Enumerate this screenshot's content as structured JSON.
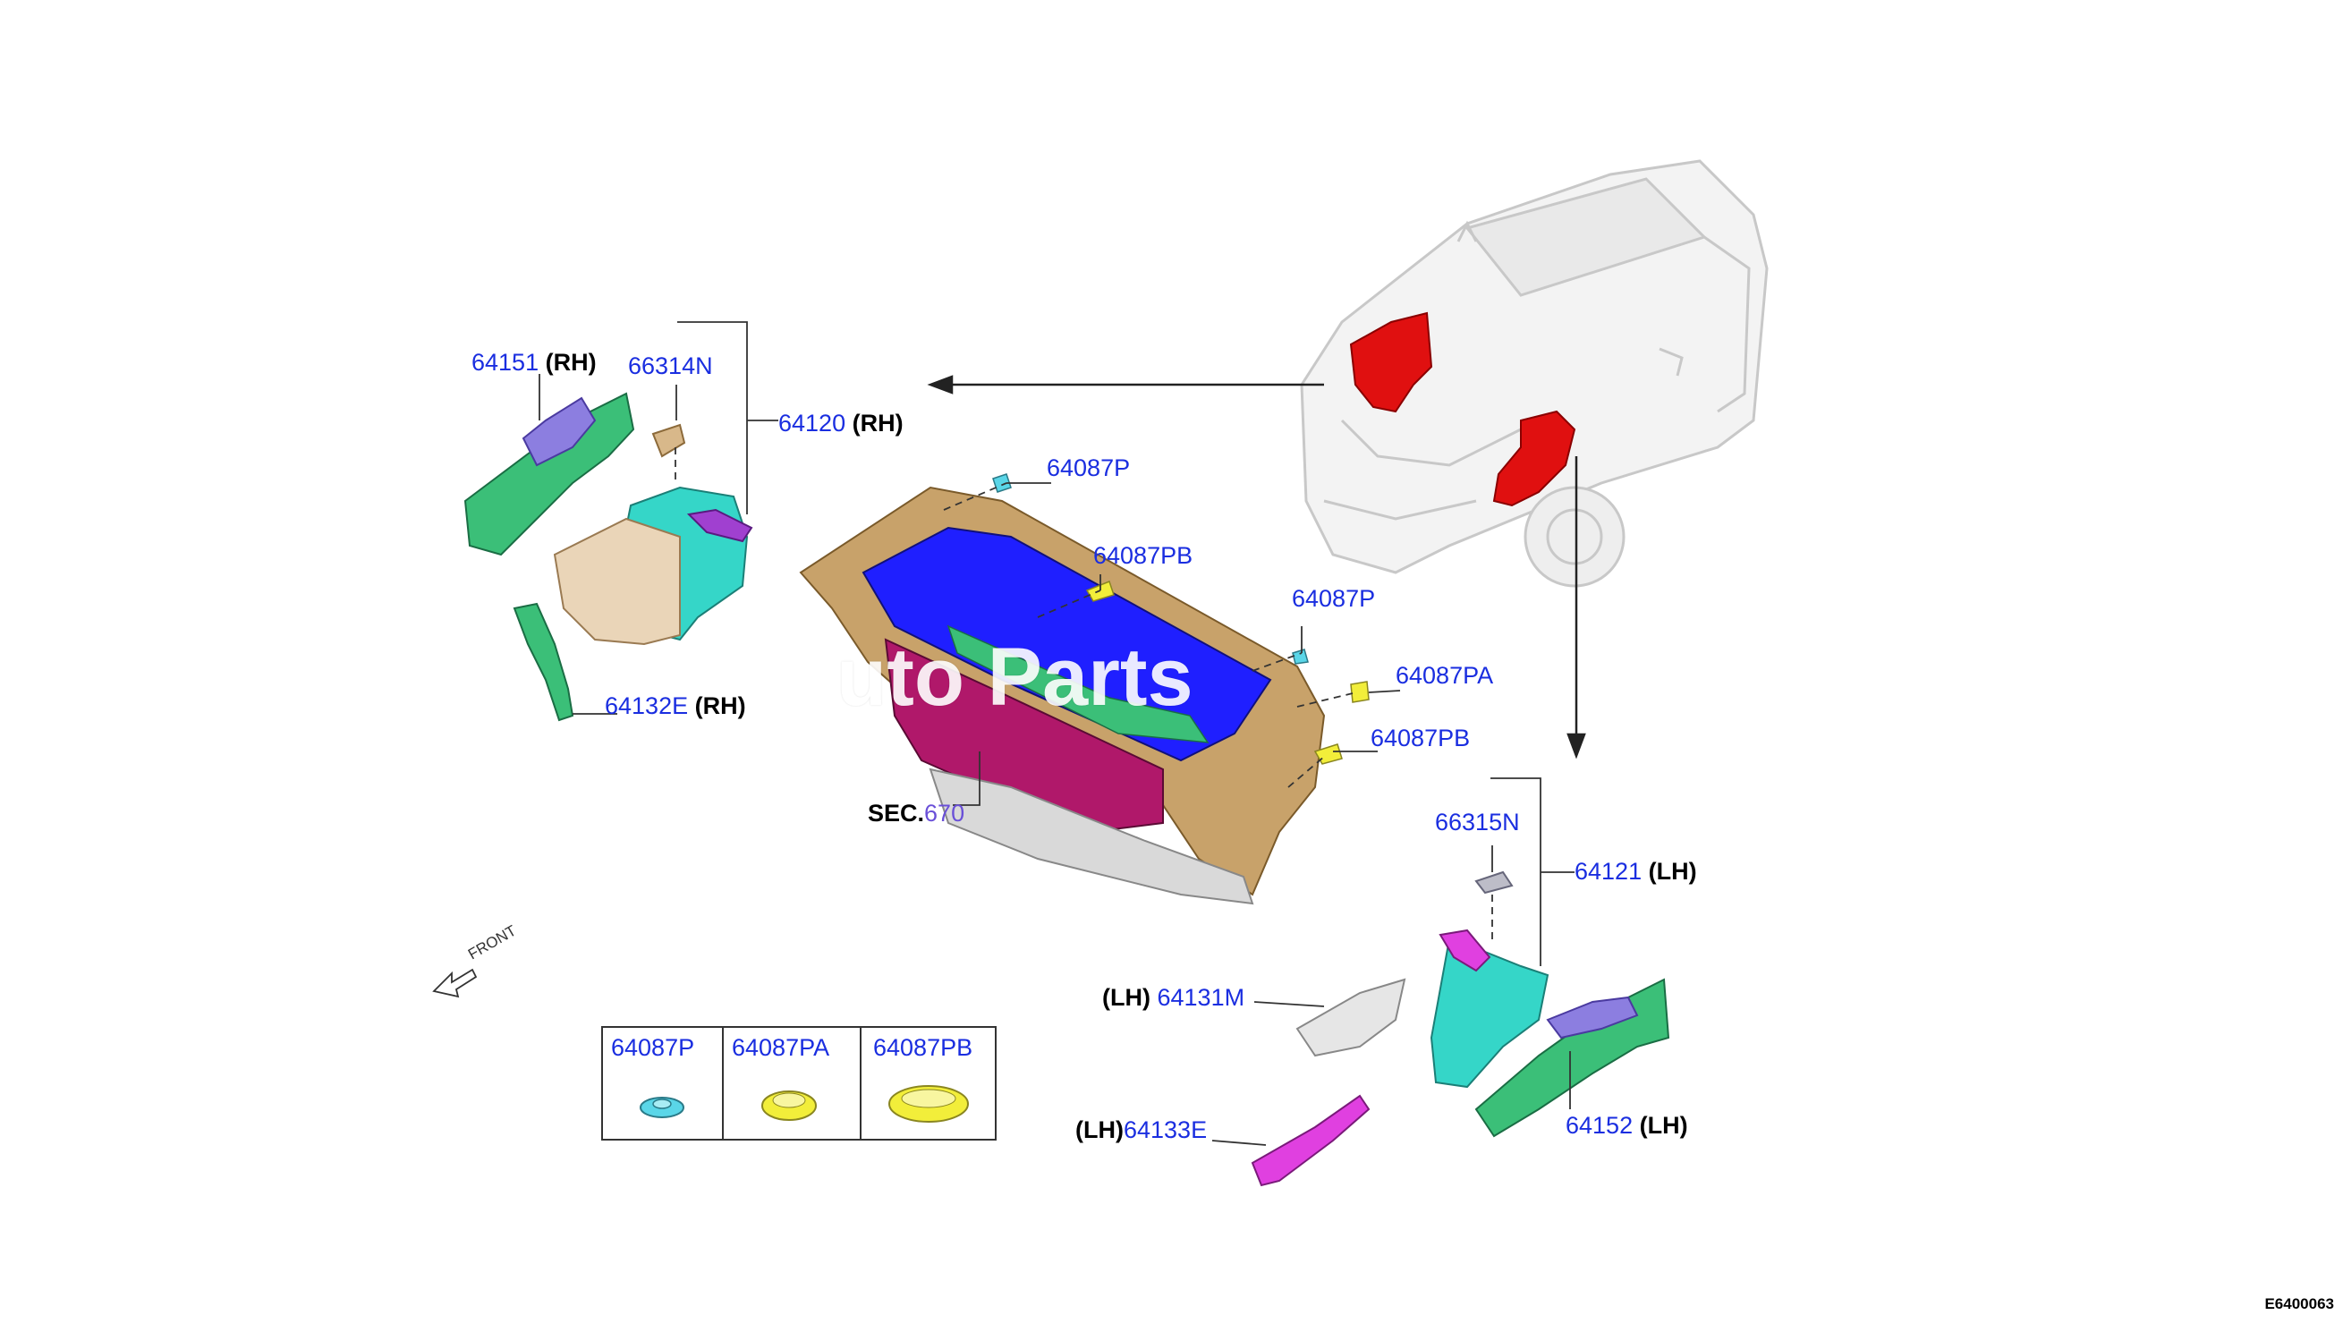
{
  "diagram": {
    "figure_code": "E6400063",
    "front_label": "FRONT",
    "watermark": "uto Parts",
    "callouts": {
      "c64151": {
        "part": "64151",
        "side": "(RH)"
      },
      "c66314N": {
        "part": "66314N",
        "side": ""
      },
      "c64120": {
        "part": "64120",
        "side": "(RH)"
      },
      "c64087P_a": {
        "part": "64087P",
        "side": ""
      },
      "c64087PB_a": {
        "part": "64087PB",
        "side": ""
      },
      "c64087P_b": {
        "part": "64087P",
        "side": ""
      },
      "c64087PA": {
        "part": "64087PA",
        "side": ""
      },
      "c64087PB_b": {
        "part": "64087PB",
        "side": ""
      },
      "c64132E": {
        "part": "64132E",
        "side": "(RH)"
      },
      "sec670": {
        "prefix": "SEC.",
        "part": "670"
      },
      "c66315N": {
        "part": "66315N",
        "side": ""
      },
      "c64121": {
        "part": "64121",
        "side": "(LH)"
      },
      "c64131M": {
        "part": "64131M",
        "side": "(LH)"
      },
      "c64133E": {
        "part": "64133E",
        "side": "(LH)"
      },
      "c64152": {
        "part": "64152",
        "side": "(LH)"
      }
    },
    "legend": [
      {
        "part": "64087P",
        "shape": "round-grommet",
        "color": "#5ad6e8"
      },
      {
        "part": "64087PA",
        "shape": "round-plug",
        "color": "#f2ee3a"
      },
      {
        "part": "64087PB",
        "shape": "oval-plug",
        "color": "#f2ee3a"
      }
    ],
    "colors": {
      "part_number": "#1a2ee0",
      "highlight_red": "#e01010",
      "cowl_blue": "#1f1fff",
      "dash_magenta": "#b0186a",
      "body_tan": "#b88a4e",
      "teal": "#35d6c8",
      "green": "#3bbf78",
      "magenta": "#e040e0"
    }
  }
}
